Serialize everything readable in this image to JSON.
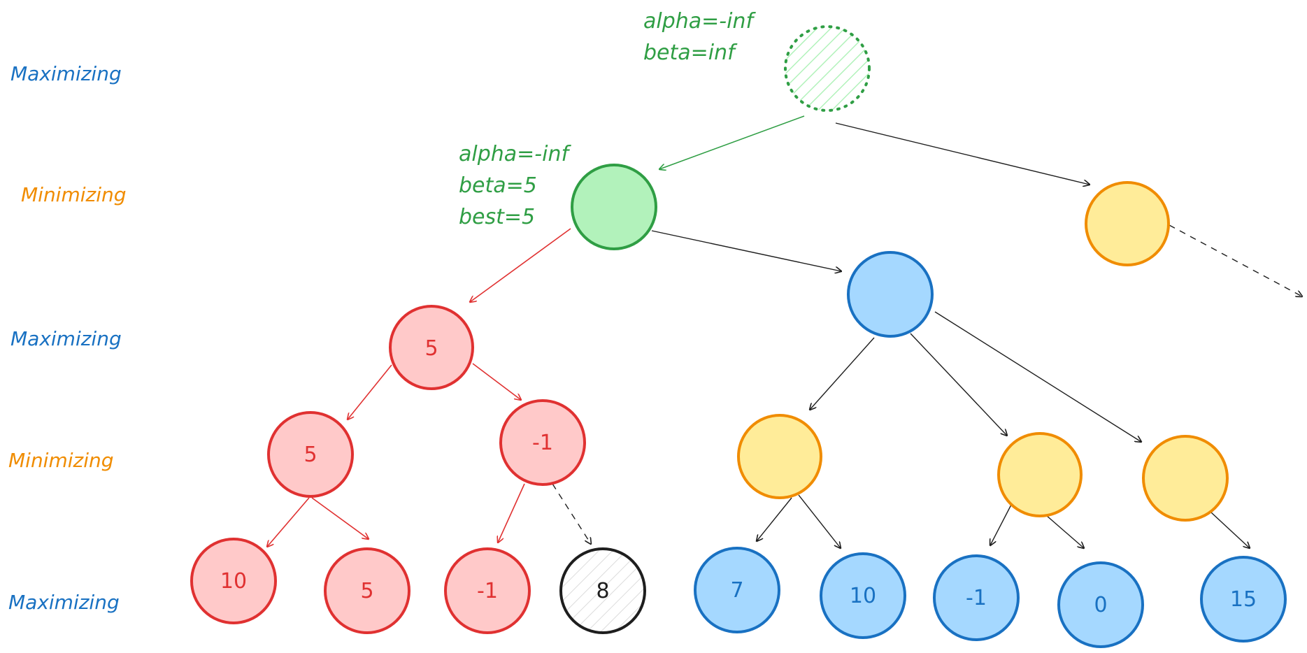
{
  "level_labels": {
    "l0": "Maximizing",
    "l1": "Minimizing",
    "l2": "Maximizing",
    "l3": "Minimizing",
    "l4": "Maximizing"
  },
  "annotations": {
    "root": {
      "line1": "alpha=-inf",
      "line2": "beta=inf"
    },
    "left_min": {
      "line1": "alpha=-inf",
      "line2": "beta=5",
      "line3": "best=5"
    }
  },
  "node_values": {
    "n_l2_left": "5",
    "n_l3_a": "5",
    "n_l3_b": "-1",
    "n_leaf_1": "10",
    "n_leaf_2": "5",
    "n_leaf_3": "-1",
    "n_leaf_4": "8",
    "n_leaf_5": "7",
    "n_leaf_6": "10",
    "n_leaf_7": "-1",
    "n_leaf_8": "0",
    "n_leaf_9": "15"
  },
  "colors": {
    "maximizing_label": "#1971c2",
    "minimizing_label": "#f08c00",
    "green_stroke": "#2f9e44",
    "green_fill": "#b2f2bb",
    "red_stroke": "#e03131",
    "red_fill": "#ffc9c9",
    "blue_stroke": "#1971c2",
    "blue_fill": "#a5d8ff",
    "yellow_stroke": "#f08c00",
    "yellow_fill": "#ffec99",
    "black_stroke": "#1e1e1e"
  }
}
